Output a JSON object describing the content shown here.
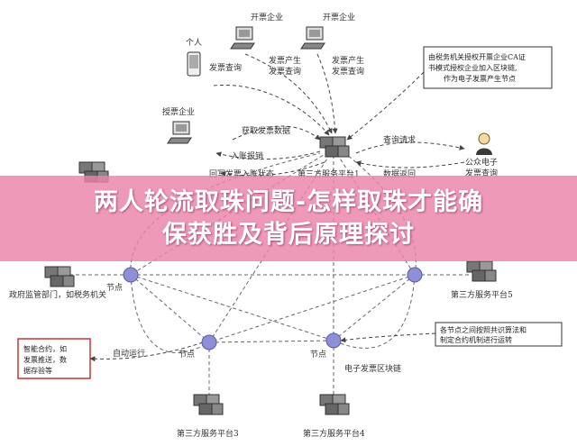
{
  "banner": {
    "line1": "两人轮流取珠问题-怎样取珠才能确",
    "line2": "保获胜及背后原理探讨"
  },
  "labels": {
    "invoice_company_1": "开票企业",
    "invoice_company_2": "开票企业",
    "personal": "个人",
    "invoice_query_top": "发票查询",
    "invoice_gen_1a": "发票产生",
    "invoice_gen_1b": "发票查询",
    "invoice_gen_2a": "发票产生",
    "invoice_gen_2b": "发票查询",
    "receiving_company": "授票企业",
    "get_invoice_data": "获取发票数据",
    "reimburse": "入账报销",
    "return_status": "回写发票入账状态",
    "third_party_1": "第三方服务平台1",
    "query_request": "查询请求",
    "data_return": "数据返回",
    "public_query_a": "公众电子",
    "public_query_b": "发票查询",
    "node_left": "节点",
    "node_mid_left": "节点",
    "node_mid_right": "节点",
    "third_party_5": "第三方服务平台5",
    "gov_dept": "政府监管部门，如税务机关",
    "auto_run": "自动运行",
    "consensus_a": "各节点之间按照共识算法和",
    "consensus_b": "制定合约机制进行运转",
    "e_invoice_chain": "电子发票区块链",
    "third_party_3": "第三方服务平台3",
    "third_party_4": "第三方服务平台4",
    "ca_a": "由税务机关授权开票企业CA证",
    "ca_b": "书模式授权企业加入区块链,",
    "ca_c": "作为电子发票产生节点",
    "smart_a": "智能合约，如",
    "smart_b": "发票推送，数",
    "smart_c": "据存验等"
  }
}
